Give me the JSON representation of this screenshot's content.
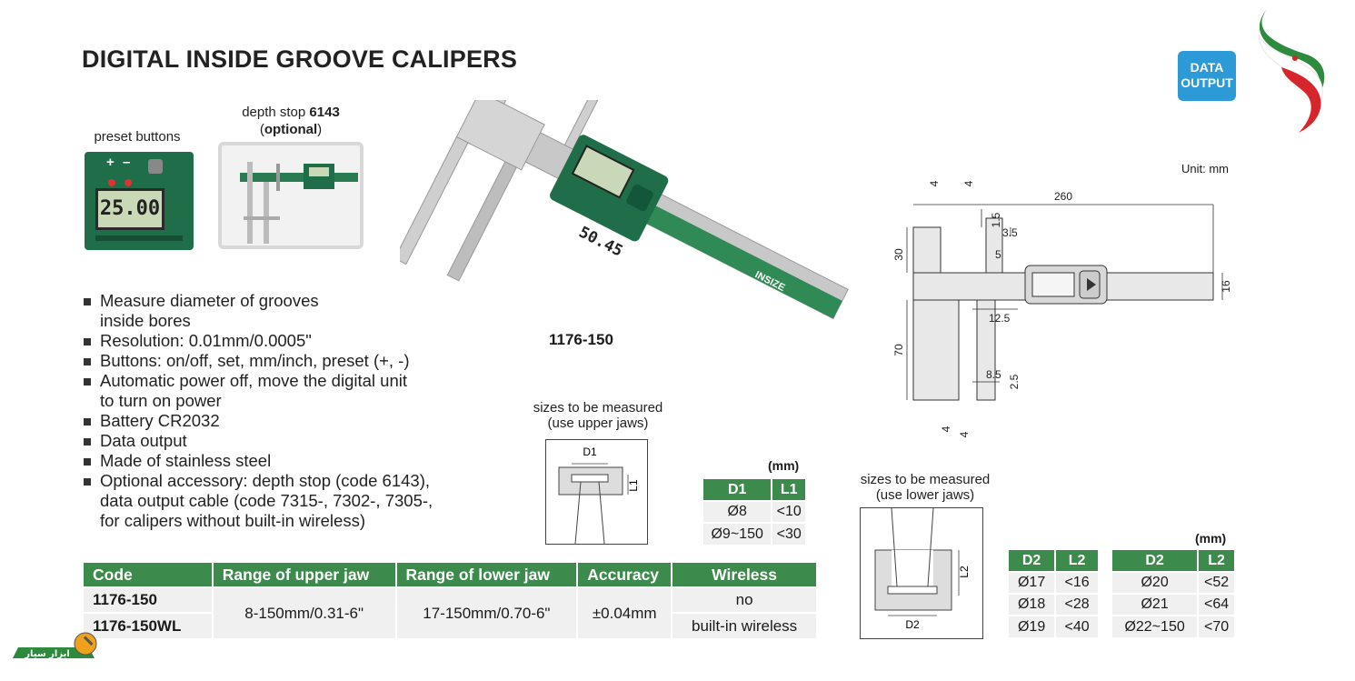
{
  "title": "DIGITAL INSIDE GROOVE CALIPERS",
  "badge": {
    "line1": "DATA",
    "line2": "OUTPUT"
  },
  "preset": {
    "caption": "preset buttons",
    "plus": "+",
    "minus": "–",
    "lcd": "25.00"
  },
  "depth_stop": {
    "caption_pre": "depth stop ",
    "caption_code": "6143",
    "caption_open": "(",
    "caption_optional": "optional",
    "caption_close": ")"
  },
  "main_lcd": "50.45",
  "brand": "INSIZE",
  "model_label": "1176-150",
  "unit_label": "Unit: mm",
  "drawing": {
    "dim_260": "260",
    "dim_30": "30",
    "dim_70": "70",
    "dim_16": "16",
    "dim_1_5": "1.5",
    "dim_3_5": "3.5",
    "dim_5": "5",
    "dim_12_5": "12.5",
    "dim_8_5": "8.5",
    "dim_2_5": "2.5",
    "dim_4": "4"
  },
  "features": [
    "Measure diameter of grooves",
    "inside bores",
    "Resolution: 0.01mm/0.0005\"",
    "Buttons: on/off, set, mm/inch, preset (+, -)",
    "Automatic power off, move the digital unit",
    "to turn on power",
    "Battery CR2032",
    "Data output",
    "Made of stainless steel",
    "Optional accessory: depth stop (code 6143),",
    "data output cable (code 7315-, 7302-, 7305-,",
    "for calipers without built-in wireless)"
  ],
  "upper_diagram": {
    "caption1": "sizes to be measured",
    "caption2": "(use upper jaws)",
    "d1": "D1",
    "l1": "L1"
  },
  "lower_diagram": {
    "caption1": "sizes to be measured",
    "caption2": "(use lower jaws)",
    "d2": "D2",
    "l2": "L2"
  },
  "upper_table": {
    "unit": "(mm)",
    "headers": [
      "D1",
      "L1"
    ],
    "rows": [
      [
        "Ø8",
        "<10"
      ],
      [
        "Ø9~150",
        "<30"
      ]
    ]
  },
  "lower_table": {
    "unit": "(mm)",
    "headers": [
      "D2",
      "L2"
    ],
    "rows_a": [
      [
        "Ø17",
        "<16"
      ],
      [
        "Ø18",
        "<28"
      ],
      [
        "Ø19",
        "<40"
      ]
    ],
    "rows_b": [
      [
        "Ø20",
        "<52"
      ],
      [
        "Ø21",
        "<64"
      ],
      [
        "Ø22~150",
        "<70"
      ]
    ]
  },
  "spec_table": {
    "headers": [
      "Code",
      "Range of upper jaw",
      "Range of lower jaw",
      "Accuracy",
      "Wireless"
    ],
    "code1": "1176-150",
    "code2": "1176-150WL",
    "upper_range": "8-150mm/0.31-6\"",
    "lower_range": "17-150mm/0.70-6\"",
    "accuracy": "±0.04mm",
    "wireless1": "no",
    "wireless2": "built-in wireless"
  },
  "shop_logo_text": "ابزار سیار",
  "colors": {
    "header_green": "#3c8a4c",
    "badge_blue": "#2b9ad6",
    "caliper_green": "#1f6e49"
  }
}
